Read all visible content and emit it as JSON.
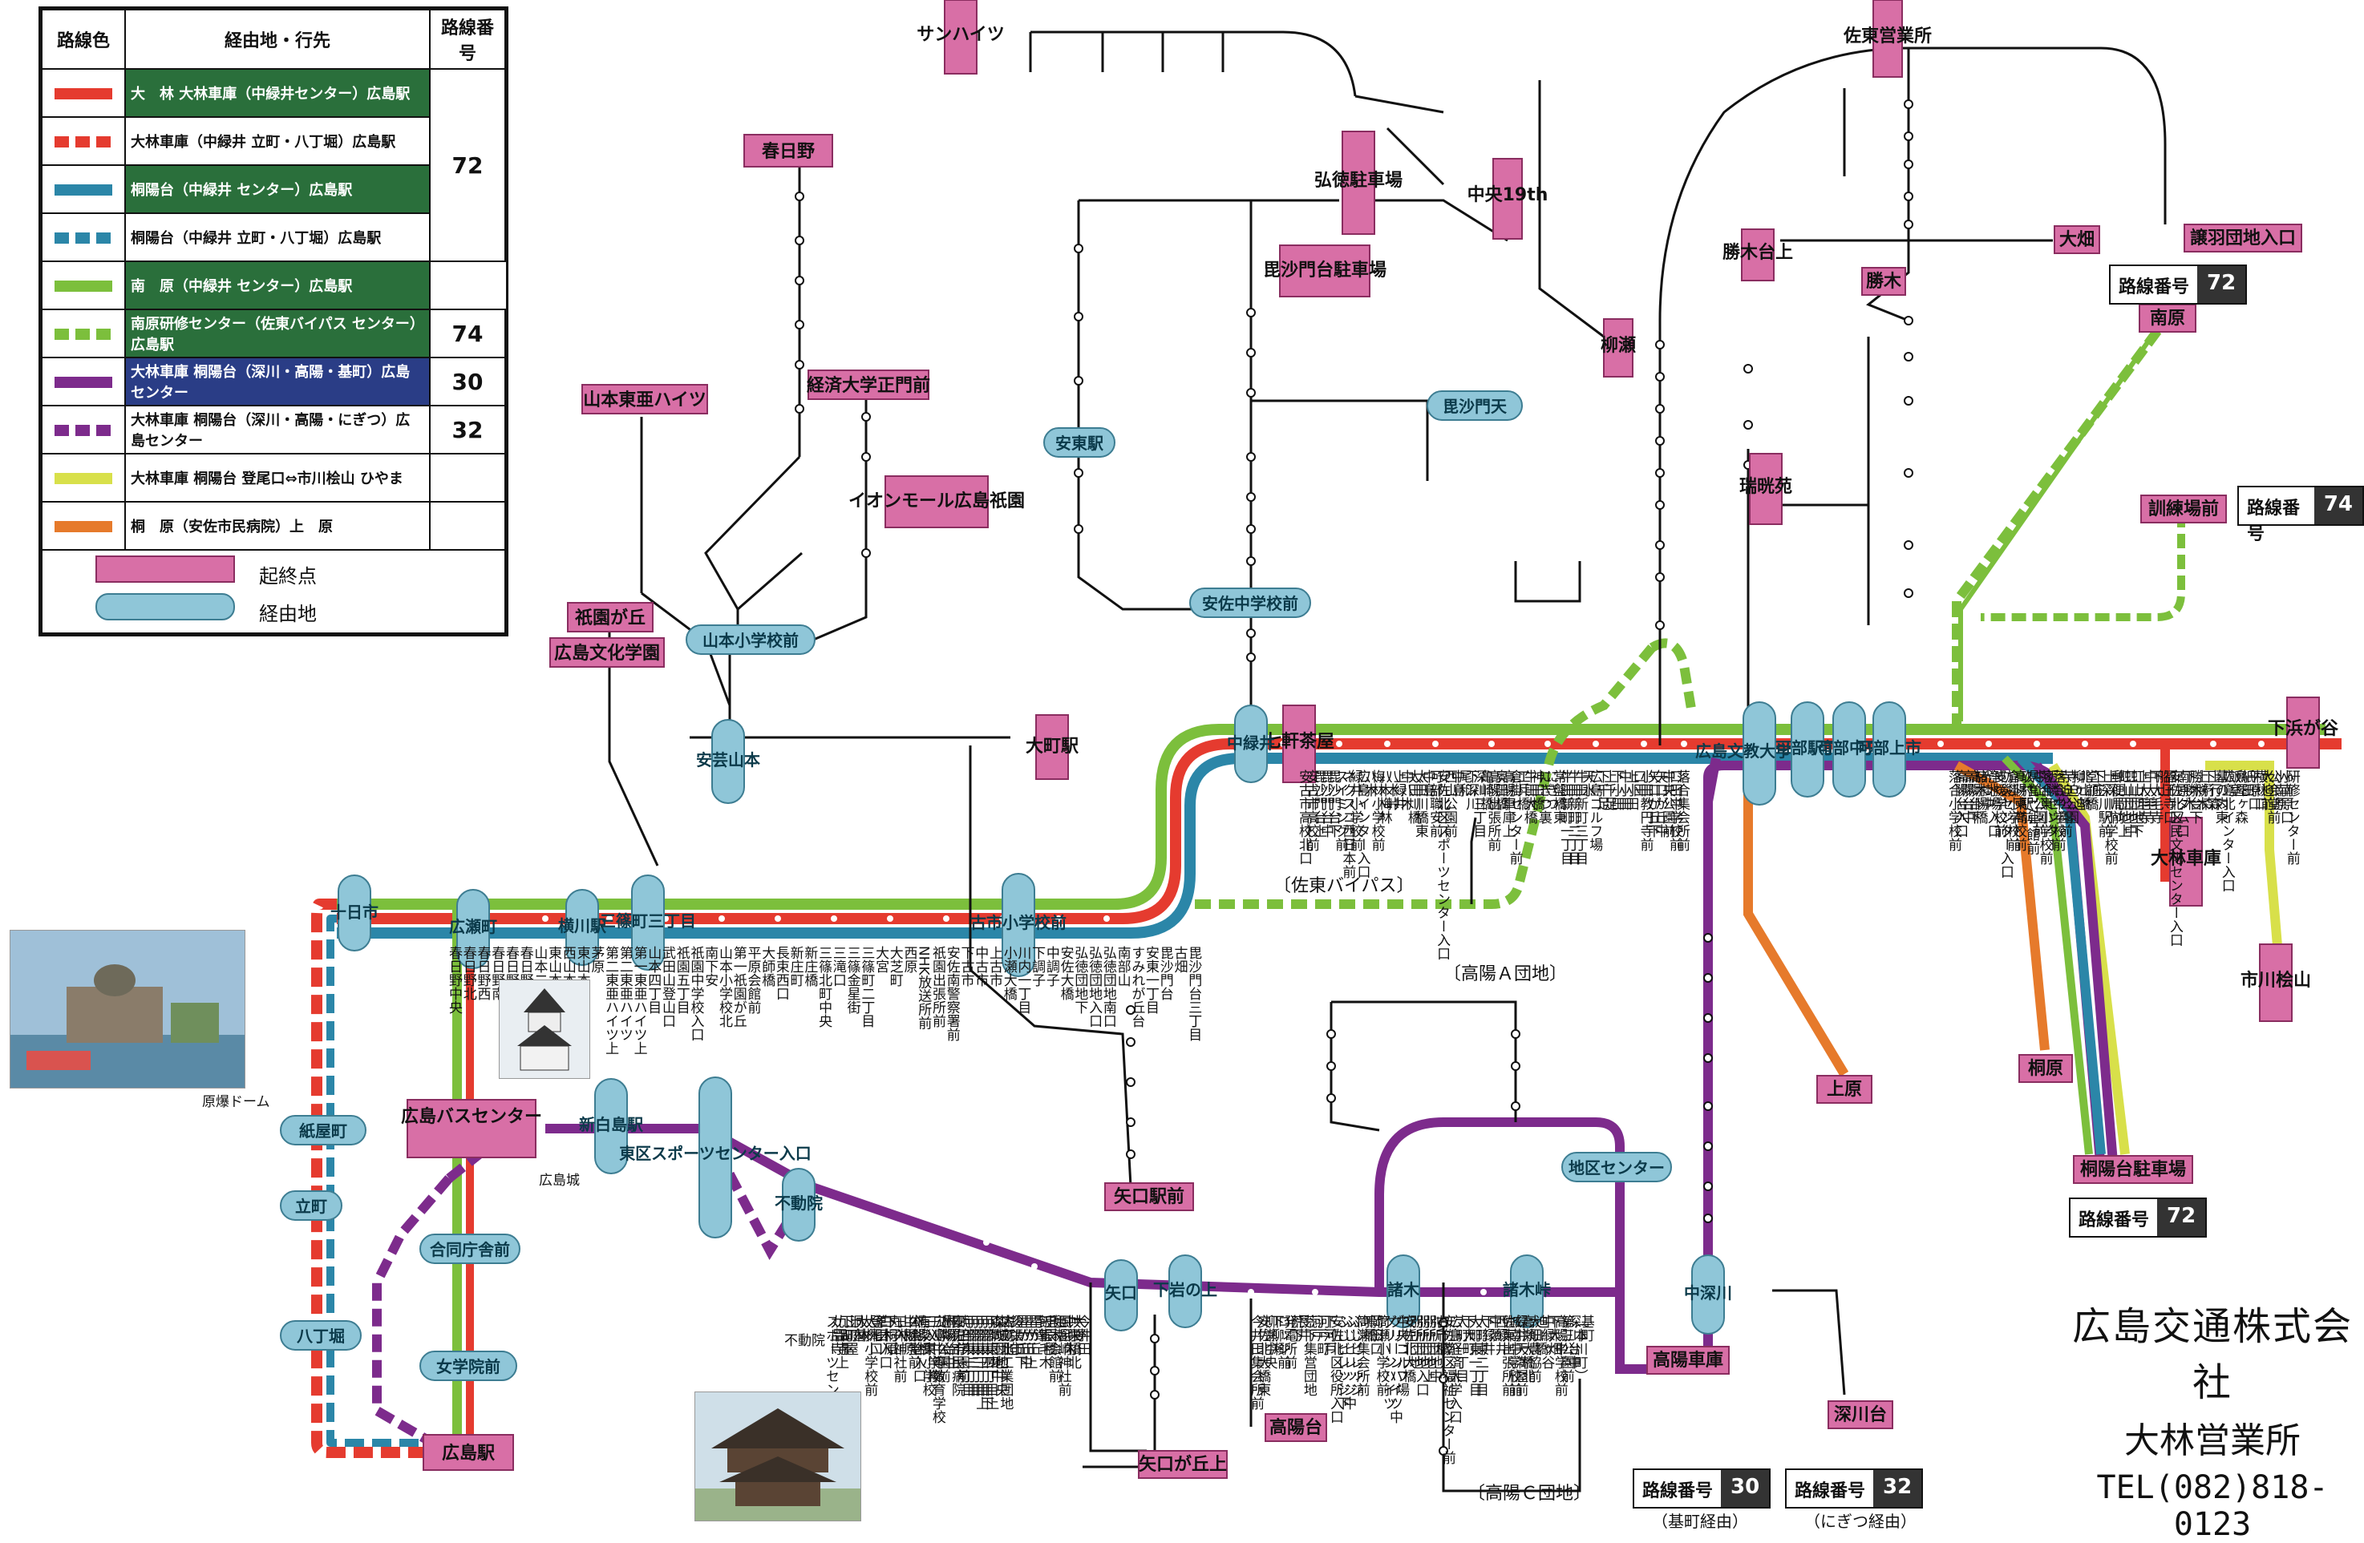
{
  "legend": {
    "headers": {
      "color": "路線色",
      "route": "経由地・行先",
      "number": "路線番号"
    },
    "rows": [
      {
        "color": "#e53b2f",
        "dash": false,
        "style": "g",
        "text": "大　林\n大林車庫（中緑井センター）広島駅"
      },
      {
        "color": "#e53b2f",
        "dash": true,
        "style": "w",
        "text": "大林車庫（中緑井 立町・八丁堀）広島駅"
      },
      {
        "color": "#2b86a8",
        "dash": false,
        "style": "g",
        "text": "桐陽台（中緑井 センター）広島駅"
      },
      {
        "color": "#2b86a8",
        "dash": true,
        "style": "w",
        "text": "桐陽台（中緑井 立町・八丁堀）広島駅"
      },
      {
        "color": "#7cbf3c",
        "dash": false,
        "style": "g",
        "text": "南　原（中緑井 センター）広島駅"
      },
      {
        "color": "#7cbf3c",
        "dash": true,
        "style": "g",
        "text": "南原研修センター（佐東バイパス センター）広島駅"
      },
      {
        "color": "#7d2b8c",
        "dash": false,
        "style": "b",
        "text": "大林車庫 桐陽台（深川・高陽・基町）広島センター"
      },
      {
        "color": "#7d2b8c",
        "dash": true,
        "style": "w",
        "text": "大林車庫 桐陽台（深川・高陽・にぎつ）広島センター"
      },
      {
        "color": "#d8e04a",
        "dash": false,
        "style": "w",
        "text": "大林車庫 桐陽台 登尾口⇔市川桧山 ひやま"
      },
      {
        "color": "#e67a2b",
        "dash": false,
        "style": "w",
        "text": "桐　原（安佐市民病院）上　原"
      }
    ],
    "numbers": [
      "72",
      "74",
      "30",
      "32"
    ],
    "key_terminal": "起終点",
    "key_via": "経由地"
  },
  "company": {
    "name": "広島交通株式会社",
    "office": "大林営業所",
    "tel": "TEL(082)818-0123"
  },
  "badges": [
    {
      "label": "路線番号",
      "num": "72"
    },
    {
      "label": "路線番号",
      "num": "74"
    },
    {
      "label": "路線番号",
      "num": "72"
    },
    {
      "label": "路線番号",
      "num": "30",
      "note": "（基町経由）"
    },
    {
      "label": "路線番号",
      "num": "32",
      "note": "（にぎつ経由）"
    }
  ],
  "terminals": {
    "hiroshima_bc": "広島バスセンター",
    "hiroshima_eki": "広島駅",
    "kasuga": "春日野",
    "yamamoto": "山本東亜ハイツ",
    "gion": "祇園が丘",
    "bunka": "広島文化学園",
    "keizai": "経済大学正門前",
    "aeon": "イオンモール広島祇園",
    "omachi": "大町駅",
    "nanaken": "七軒茶屋",
    "bishamon_park": "毘沙門台駐車場",
    "koutoku_park": "弘徳駐車場",
    "chuo": "中央19th",
    "yanagise": "柳瀬",
    "satou": "佐東営業所",
    "katsuki": "勝木台上",
    "katsuki2": "勝木",
    "hatake": "大畑",
    "zuiko": "瑞晄苑",
    "kunren": "訓練場前",
    "nanbara": "南原",
    "shimogamo": "下浜が谷",
    "obayashi": "大林車庫",
    "ichikawa": "市川桧山",
    "kirihara": "桐原",
    "touyou_park": "桐陽台駐車場",
    "uehara": "上原",
    "yaguchi": "矢口駅前",
    "yaguchi_oka": "矢口が丘上",
    "takaya": "高陽台",
    "takaya_garage": "高陽車庫",
    "fukawa": "深川台",
    "kyuden": "譲羽団地入口",
    "sanhaitsu": "サンハイツ"
  },
  "vias": {
    "juukamachi": "十日市",
    "yokogawa": "横川駅",
    "mitaki": "三篠町三丁目",
    "hirose": "広瀬町",
    "shinhakushima": "新白島駅",
    "kamiyacho": "紙屋町",
    "tatemachi": "立町",
    "hacchobori": "八丁堀",
    "goudou": "合同庁舎前",
    "jogakuin": "女学院前",
    "higashiku": "東区スポーツセンター入口",
    "fudoin": "不動院",
    "yaguchi": "矢口",
    "shimoiwa": "下岩の上",
    "moroki": "諸木",
    "morokitouge": "諸木峠",
    "chiikicenter": "地区センター",
    "nakafukawa": "中深川",
    "aki_yamamoto": "安芸山本",
    "yamamoto_school": "山本小学校前",
    "furuichi": "古市小学校前",
    "yasuhigashi": "安東駅",
    "yasuchu": "安佐中学校前",
    "bishamon": "毘沙門天",
    "nakamidorii": "中緑井",
    "bunkyo": "広島文教大学入口",
    "kabe_eki": "可部駅前",
    "kabe_chuo": "可部中央",
    "kabe_kami": "可部上市"
  },
  "sections": {
    "satou_bypass": "〔佐東バイパス〕",
    "takaya_a": "〔高陽Ａ団地〕",
    "takaya_c": "〔高陽Ｃ団地〕",
    "genbaku": "原爆ドーム",
    "hiroshima_jo": "広島城",
    "fudoin_label": "不動院"
  },
  "stops_sample": [
    "春日野中央",
    "春日野北",
    "春日野西",
    "春日野南",
    "春日野下",
    "春日野口",
    "山本二丁目",
    "東山本上",
    "西山本",
    "東山本",
    "茅原",
    "第二東亜ハイツ上",
    "第二東亜ハイツ",
    "第一東亜ハイツ上",
    "山本四丁目",
    "武田山登山口",
    "祇園五丁目",
    "祇園中学校入口",
    "南下安",
    "山本小学校北",
    "第一祇園が丘",
    "平原会館前",
    "大師橋",
    "長束西口",
    "新庄町",
    "新庄橋",
    "三篠北町中央",
    "三滝口",
    "三篠金星街",
    "三篠町二丁目",
    "大宮",
    "大芝町",
    "西原",
    "NHK放送所前",
    "祇園出張所前",
    "安佐南警察署前",
    "下古市",
    "中古市",
    "上古市",
    "小瀬大橋",
    "川内一丁目",
    "下調子",
    "中調子",
    "安佐大橋",
    "弘徳団地下",
    "弘徳団地入口",
    "弘徳団地南口",
    "南部山",
    "すみれが丘台",
    "安東一丁目",
    "毘沙門台",
    "古畑",
    "毘沙門台三丁目",
    "安古市高校北口",
    "安古市高校前",
    "毘沙門台上",
    "毘沙門台中",
    "毘沙門台下",
    "スイミング前",
    "ネクスコ西日本前",
    "緑井小学校前",
    "広島インター入口",
    "八木",
    "梅林小学校前",
    "八木梅林",
    "八木峠",
    "上緑井",
    "中八木",
    "太田川橋",
    "太田川橋東",
    "中島",
    "可部職安前",
    "安佐北区スポーツセンター入口",
    "西山公園前",
    "中島",
    "尾和",
    "下深川",
    "深川三丁目",
    "亀崎橋",
    "高陽出張所前",
    "奥田橋",
    "高陽車庫上",
    "倉掛センター前",
    "工兵橋",
    "牛田大橋",
    "神田橋",
    "にぎつ裏",
    "にぎつ",
    "常盤橋東",
    "牛田新町一丁目",
    "牛田新町二丁目",
    "牛田新町三丁目",
    "天水",
    "広島ゴルフ場",
    "下千足",
    "上千足",
    "下小田",
    "中小田",
    "上小田",
    "口田",
    "小田教円寺前",
    "矢口が丘下",
    "矢口が丘中",
    "中央公園前",
    "口田中学校前",
    "落合集会所前",
    "落合小学校前",
    "高陽台入口",
    "高陽台中",
    "高陽台下",
    "諸木陽橋",
    "光掛中",
    "浄水場入口",
    "支援学校前",
    "防災センター入口",
    "倉掛小学校前",
    "高陽東高校前",
    "玖村駅前",
    "県営17号館前",
    "中山公園前",
    "落合東小学校前",
    "近隣センター",
    "落合中学校前",
    "寺迫公園前",
    "寺迫公園",
    "柳ヶ迫",
    "北山橋",
    "堂顧橋",
    "下庄",
    "上深川駅前",
    "上深川小学校前",
    "郵便局前",
    "虹山団地上",
    "虹山団地中",
    "虹山団地下",
    "上大毛寺",
    "中大毛寺",
    "下大毛寺",
    "船山",
    "福王寺口",
    "安佐北区民文化センター入口",
    "南原ダム口",
    "下勝木",
    "勝木台下",
    "上勝木",
    "下行森",
    "上行森",
    "幕の内東",
    "広島北インター入口",
    "飯室",
    "鳥屋ヶ森",
    "紙田",
    "平原口",
    "横林口",
    "大迫前",
    "公会堂前",
    "小南原",
    "小南原口",
    "研修センター前",
    "スポーツセンター前",
    "九品寺",
    "九品寺上",
    "下町屋",
    "上町屋",
    "洞庭",
    "大林",
    "大杉",
    "大林小学校前",
    "登尾口",
    "草田",
    "白木入口",
    "下桐原",
    "丸子山",
    "三入神社前",
    "山根",
    "中桐原",
    "公会堂前",
    "桐陽台入口",
    "有楽橋",
    "三入東小学校",
    "三入中学校",
    "広島中等教育学校",
    "近隣公園前",
    "桐陽台中",
    "桐陽台上",
    "安佐市民病院",
    "武田学園前",
    "可部東一丁目",
    "可部東二丁目",
    "可部東三丁目",
    "可部東三丁目上",
    "可部東四丁目下",
    "可部東四丁目上",
    "森城団地中",
    "森城団地中央",
    "広島北工業団地",
    "杉の迫",
    "鈴張市",
    "星が丘下",
    "星が丘中",
    "星が丘上",
    "星が丘",
    "宇津",
    "飯室毛木",
    "壬辰橋",
    "毛木会館前",
    "姫瀬",
    "風呂崎神社前",
    "中河内",
    "共栄橋北",
    "大野",
    "今井田",
    "今井田集会所前",
    "安佐北大橋東",
    "柳瀬中央",
    "下柳瀬",
    "ロッジ前",
    "発電所前",
    "荒下",
    "長井",
    "荒下集営団地",
    "河戸",
    "河戸町",
    "下河戸",
    "安佐北区役所入口",
    "ふじビレッジ下",
    "ふじビレッジ中",
    "ふじビレッジ",
    "筒瀬集会所前",
    "鳴橋",
    "岡田口",
    "筒瀬小学校前",
    "グリーンハイツ",
    "グリーンハイツ中",
    "中央ゴルフ場",
    "安佐北大橋",
    "別所団地",
    "別所団地入口",
    "別所団地上",
    "別所団地中",
    "古市橋",
    "安佐南区福祉センター前",
    "広島経済大学入口",
    "大町一丁目",
    "下大町",
    "大町東一丁目",
    "大町東二丁目",
    "下緑井",
    "中須",
    "西緑井",
    "佐東出張所前",
    "城南中学校前",
    "緑井天満屋前",
    "高瀬大橋北",
    "大畑農協前",
    "迫川橋",
    "中緑ヶ谷",
    "下大畑",
    "高陽中学校前",
    "第三公園前",
    "深川台中",
    "（本川町）",
    "基町"
  ]
}
